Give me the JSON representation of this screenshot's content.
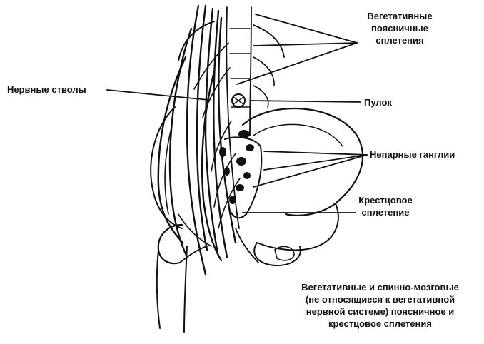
{
  "labels": {
    "veg_lumbar_line1": "Вегетативные",
    "veg_lumbar_line2": "поясничные",
    "veg_lumbar_line3": "сплетения",
    "nerve_trunks": "Нервные стволы",
    "bundle": "Пулок",
    "unpaired_ganglia": "Непарные ганглии",
    "sacral_line1": "Крестцовое",
    "sacral_line2": "сплетение",
    "bottom_line1": "Вегетативные и спинно-мозговые",
    "bottom_line2": "(не относящиеся к вегетативной",
    "bottom_line3": "нервной системе) поясничное и",
    "bottom_line4": "крестцовое сплетения"
  },
  "colors": {
    "ink": "#111111",
    "background": "#ffffff"
  }
}
